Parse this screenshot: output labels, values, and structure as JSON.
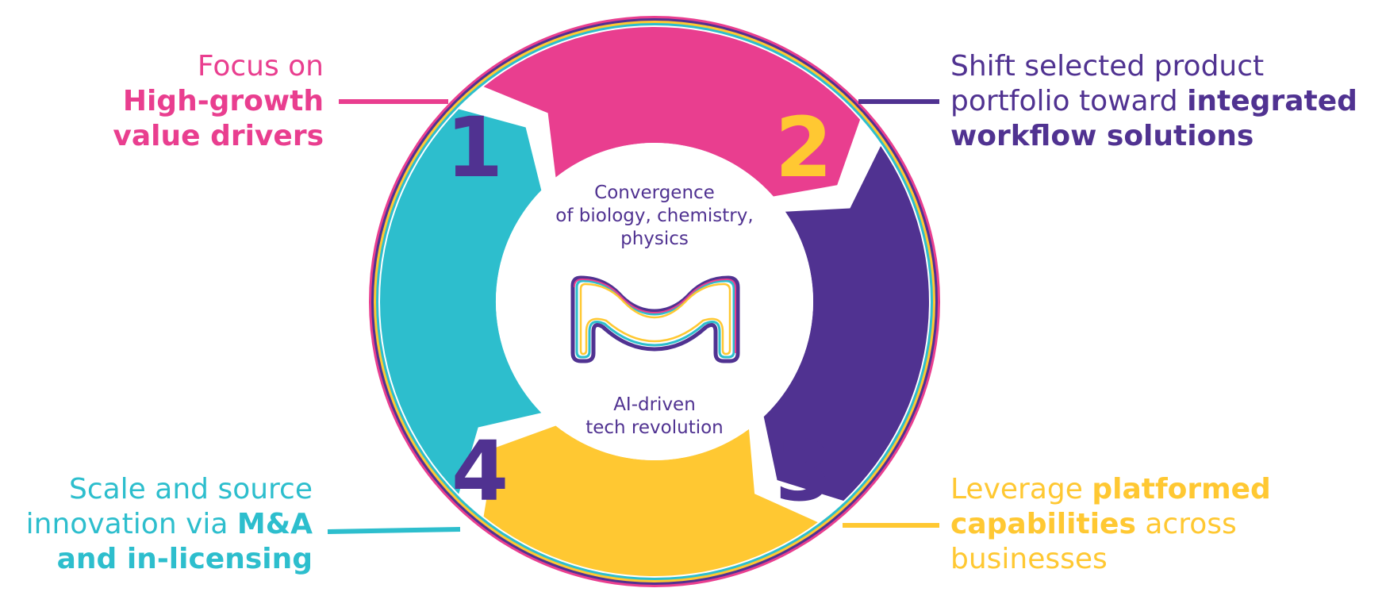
{
  "colors": {
    "magenta": "#e93e8f",
    "purple": "#503291",
    "yellow": "#ffc832",
    "cyan": "#2dbecd"
  },
  "steps": [
    {
      "number": "1",
      "line1": "Focus on",
      "line2_bold": "High-growth",
      "line3_bold": "value drivers"
    },
    {
      "number": "2",
      "line1": "Shift selected product",
      "line2_plain": "portfolio toward ",
      "line2_bold": "integrated",
      "line3_bold": "workflow solutions"
    },
    {
      "number": "3",
      "line1_plain": "Leverage ",
      "line1_bold": "platformed",
      "line2_bold": "capabilities",
      "line2_plain": " across",
      "line3": "businesses"
    },
    {
      "number": "4",
      "line1": "Scale and source",
      "line2_plain": "innovation via ",
      "line2_bold": "M&A",
      "line3_bold": "and in-licensing"
    }
  ],
  "center": {
    "top_lines": [
      "Convergence",
      "of biology, chemistry,",
      "physics"
    ],
    "bottom_lines": [
      "AI-driven",
      "tech revolution"
    ],
    "logo_icon": "m-logo-icon"
  }
}
